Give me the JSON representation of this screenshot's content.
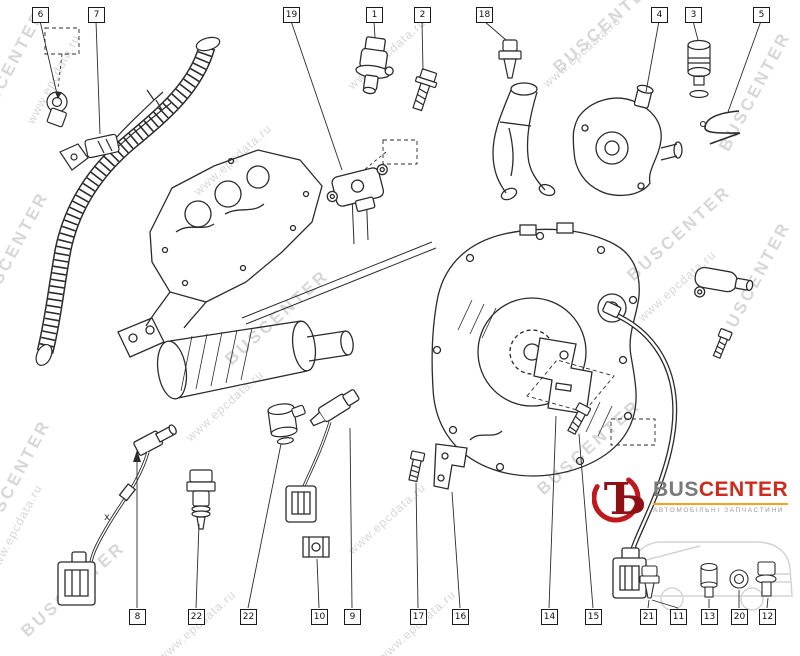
{
  "watermark": {
    "brand": "BUSCENTER",
    "site": "www.epcdata.ru",
    "color": "#d7d7d7"
  },
  "callouts": {
    "top": [
      "6",
      "7",
      "19",
      "1",
      "2",
      "18",
      "4",
      "3",
      "5"
    ],
    "bottom": [
      "8",
      "22",
      "22",
      "10",
      "9",
      "17",
      "16",
      "14",
      "15",
      "21",
      "11",
      "13",
      "20",
      "12"
    ]
  },
  "annotations": {
    "x_label": "x"
  },
  "logo": {
    "brand_prefix": "BUS",
    "brand_suffix": "CENTER",
    "tagline": "АВТОМОБІЛЬНІ ЗАПЧАСТИНИ",
    "colors": {
      "red": "#cf2a1b",
      "dark_red": "#8f1014",
      "orange": "#f7a21b",
      "gray": "#7a7a7a"
    }
  }
}
